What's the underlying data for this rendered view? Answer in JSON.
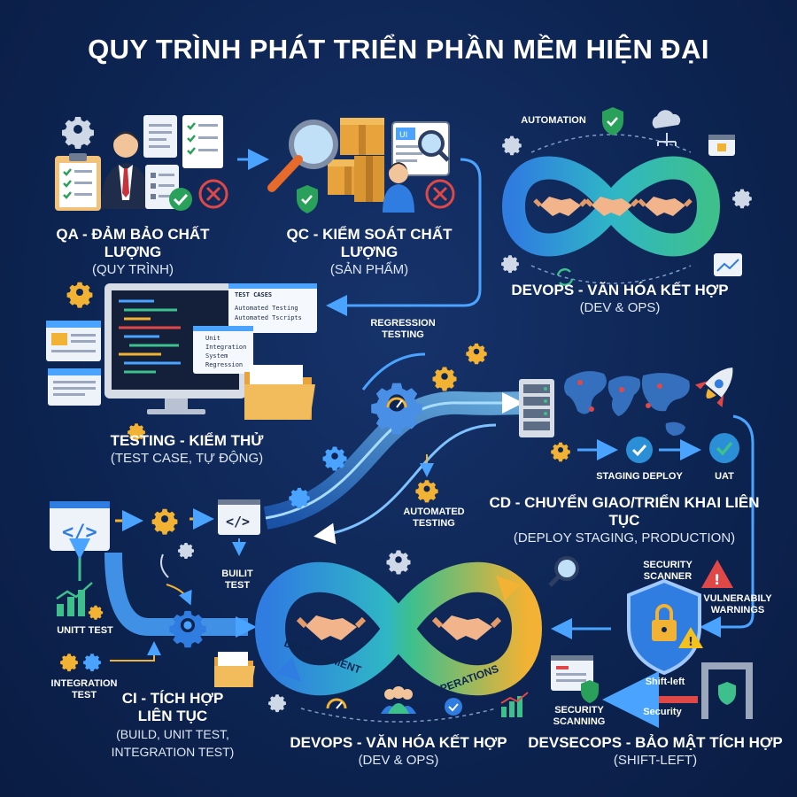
{
  "title": "QUY TRÌNH PHÁT TRIỂN PHẦN MỀM HIỆN ĐẠI",
  "colors": {
    "background": "#0d2553",
    "arrow": "#4aa3ff",
    "gear": "#f2b233",
    "loop_blue": "#2f7de0",
    "loop_green": "#3dc08c",
    "warning": "#f4c21a",
    "danger": "#e04848"
  },
  "sections": {
    "qa": {
      "title": "QA - ĐẢM BẢO CHẤT LƯỢNG",
      "subtitle": "(QUY TRÌNH)"
    },
    "qc": {
      "title": "QC - KIỂM SOÁT CHẤT LƯỢNG",
      "subtitle": "(SẢN PHẨM)"
    },
    "devops_top": {
      "title": "DEVOPS - VĂN HÓA KẾT HỢP",
      "subtitle": "(DEV & OPS)",
      "automation_label": "AUTOMATION"
    },
    "testing": {
      "title": "TESTING - KIỂM THỬ",
      "subtitle": "(TEST CASE, TỰ ĐỘNG)",
      "test_cases_card": {
        "header": "TEST CASES",
        "items": [
          "Automated Testing",
          "Automated Tscripts"
        ]
      },
      "list_card": {
        "items": [
          "Unit",
          "Integration",
          "System",
          "Regression"
        ]
      }
    },
    "pipeline": {
      "regression_label": "REGRESSION\nTESTING",
      "automated_label": "AUTOMATED\nTESTING"
    },
    "cd": {
      "title": "CD - CHUYỂN GIAO/TRIỂN KHAI LIÊN TỤC",
      "subtitle": "(DEPLOY STAGING, PRODUCTION)",
      "staging_label": "STAGING DEPLOY",
      "uat_label": "UAT"
    },
    "ci": {
      "title": "CI - TÍCH HỢP\nLIÊN TỤC",
      "subtitle": "(BUILD, UNIT TEST,\nINTEGRATION TEST)",
      "built_label": "BUILIT\nTEST",
      "unit_label": "UNITT TEST",
      "integration_label": "INTEGRATION\nTEST"
    },
    "devops_bottom": {
      "title": "DEVOPS - VĂN HÓA KẾT HỢP",
      "subtitle": "(DEV & OPS)",
      "development_label": "DEVELOPMENT",
      "operations_label": "OPERATIONS"
    },
    "devsecops": {
      "title": "DEVSECOPS - BẢO MẬT TÍCH HỢP",
      "subtitle": "(SHIFT-LEFT)",
      "scanner_label": "SECURITY\nSCANNER",
      "warnings_label": "VULNERABILY\nWARNINGS",
      "shiftleft_label": "Shift-left",
      "security_label": "Security",
      "scanning_label": "SECURITY\nSCANNING"
    }
  }
}
